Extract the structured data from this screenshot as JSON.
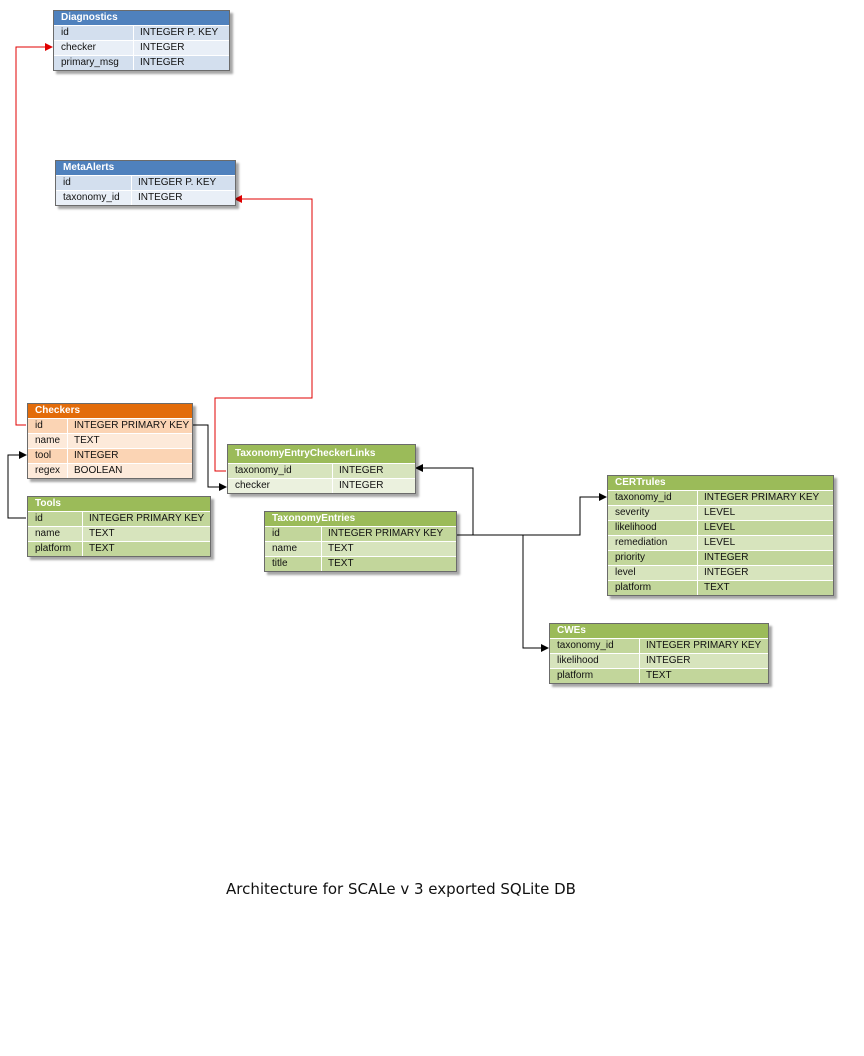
{
  "tables": {
    "diagnostics": {
      "title": "Diagnostics",
      "rows": [
        {
          "name": "id",
          "type": "INTEGER P. KEY"
        },
        {
          "name": "checker",
          "type": "INTEGER"
        },
        {
          "name": "primary_msg",
          "type": "INTEGER"
        }
      ]
    },
    "metaalerts": {
      "title": "MetaAlerts",
      "rows": [
        {
          "name": "id",
          "type": "INTEGER P. KEY"
        },
        {
          "name": "taxonomy_id",
          "type": "INTEGER"
        }
      ]
    },
    "checkers": {
      "title": "Checkers",
      "rows": [
        {
          "name": "id",
          "type": "INTEGER PRIMARY KEY"
        },
        {
          "name": "name",
          "type": "TEXT"
        },
        {
          "name": "tool",
          "type": "INTEGER"
        },
        {
          "name": "regex",
          "type": "BOOLEAN"
        }
      ]
    },
    "tools": {
      "title": "Tools",
      "rows": [
        {
          "name": "id",
          "type": "INTEGER PRIMARY KEY"
        },
        {
          "name": "name",
          "type": "TEXT"
        },
        {
          "name": "platform",
          "type": "TEXT"
        }
      ]
    },
    "taxonomyentrycheckerlinks": {
      "title": "TaxonomyEntryCheckerLinks",
      "rows": [
        {
          "name": "taxonomy_id",
          "type": "INTEGER"
        },
        {
          "name": "checker",
          "type": "INTEGER"
        }
      ]
    },
    "taxonomyentries": {
      "title": "TaxonomyEntries",
      "rows": [
        {
          "name": "id",
          "type": "INTEGER PRIMARY KEY"
        },
        {
          "name": "name",
          "type": "TEXT"
        },
        {
          "name": "title",
          "type": "TEXT"
        }
      ]
    },
    "certrules": {
      "title": "CERTrules",
      "rows": [
        {
          "name": "taxonomy_id",
          "type": "INTEGER PRIMARY KEY"
        },
        {
          "name": "severity",
          "type": "LEVEL"
        },
        {
          "name": "likelihood",
          "type": "LEVEL"
        },
        {
          "name": "remediation",
          "type": "LEVEL"
        },
        {
          "name": "priority",
          "type": "INTEGER"
        },
        {
          "name": "level",
          "type": "INTEGER"
        },
        {
          "name": "platform",
          "type": "TEXT"
        }
      ]
    },
    "cwes": {
      "title": "CWEs",
      "rows": [
        {
          "name": "taxonomy_id",
          "type": "INTEGER PRIMARY KEY"
        },
        {
          "name": "likelihood",
          "type": "INTEGER"
        },
        {
          "name": "platform",
          "type": "TEXT"
        }
      ]
    }
  },
  "caption": "Architecture for SCALe v 3 exported SQLite DB",
  "colors": {
    "blue_header": "#4f81bd",
    "orange_header": "#e36c0a",
    "green_header": "#9bbb59",
    "red_link": "#e00000",
    "black_link": "#000000"
  }
}
